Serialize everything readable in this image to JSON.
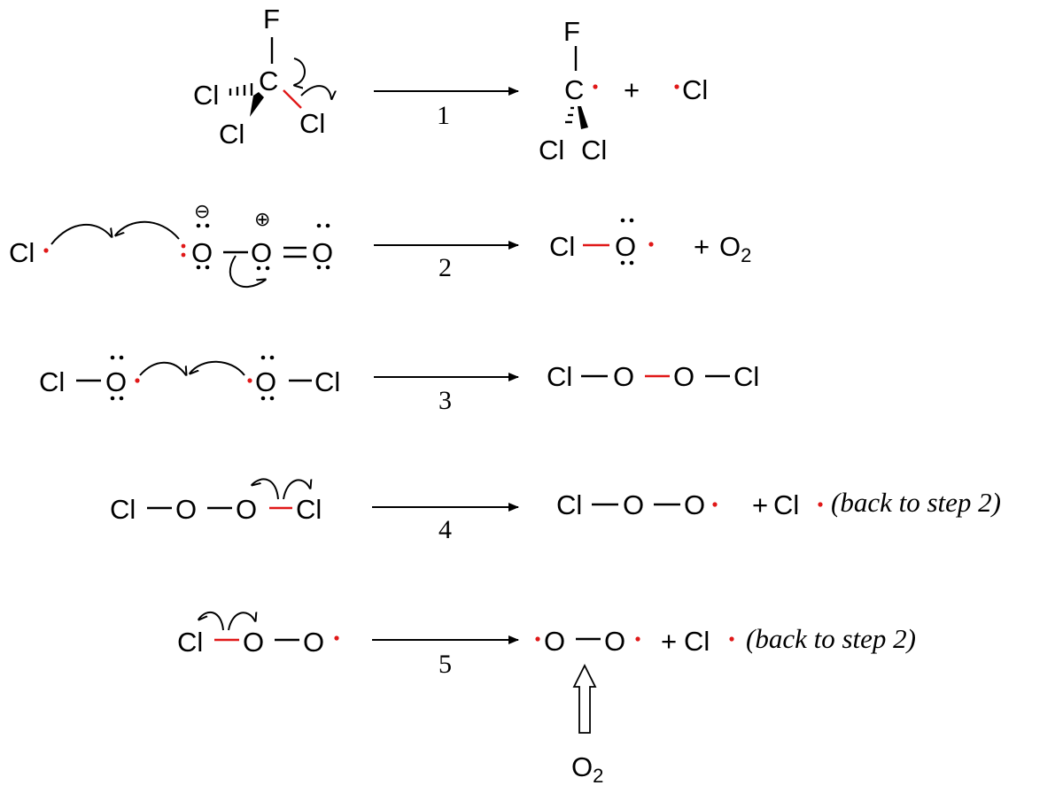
{
  "atoms": {
    "F": "F",
    "C": "C",
    "Cl": "Cl",
    "O": "O",
    "O2_base": "O",
    "O2_sub": "2"
  },
  "operators": {
    "plus": "+"
  },
  "charges": {
    "minus": "⊖",
    "plus": "⊕"
  },
  "steps": [
    {
      "number": "1"
    },
    {
      "number": "2"
    },
    {
      "number": "3"
    },
    {
      "number": "4",
      "note": "(back to step 2)"
    },
    {
      "number": "5",
      "note": "(back to step 2)"
    }
  ],
  "colors": {
    "highlight_bond": "#e01818",
    "radical_electron": "#e01818",
    "ink": "#000000"
  },
  "icons": {
    "reaction_arrow": "right-arrow-icon",
    "curly_arrow": "curved-electron-arrow-icon",
    "hollow_arrow": "hollow-up-arrow-icon"
  }
}
